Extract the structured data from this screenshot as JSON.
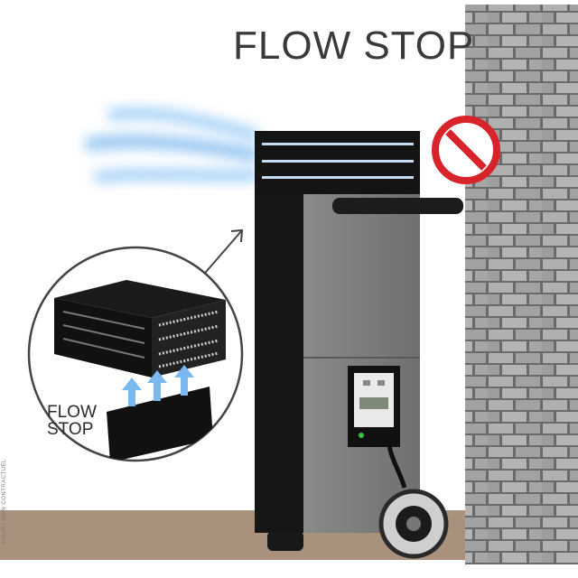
{
  "title": "FLOW STOP",
  "inset": {
    "line1": "FLOW",
    "line2": "STOP"
  },
  "side_note": "VISUEL NON CONTRACTUEL",
  "icons": {
    "prohibited": "prohibited-sign-icon",
    "airflow": "airflow-arrow-icon",
    "pointer": "pointer-arrow-icon"
  },
  "colors": {
    "sign_red": "#d8232a",
    "airflow_blue": "#7ab8f0",
    "unit_grey": "#7e7e7e",
    "unit_black": "#141414",
    "brick": "#a9a9a9",
    "floor": "#a8927d"
  }
}
